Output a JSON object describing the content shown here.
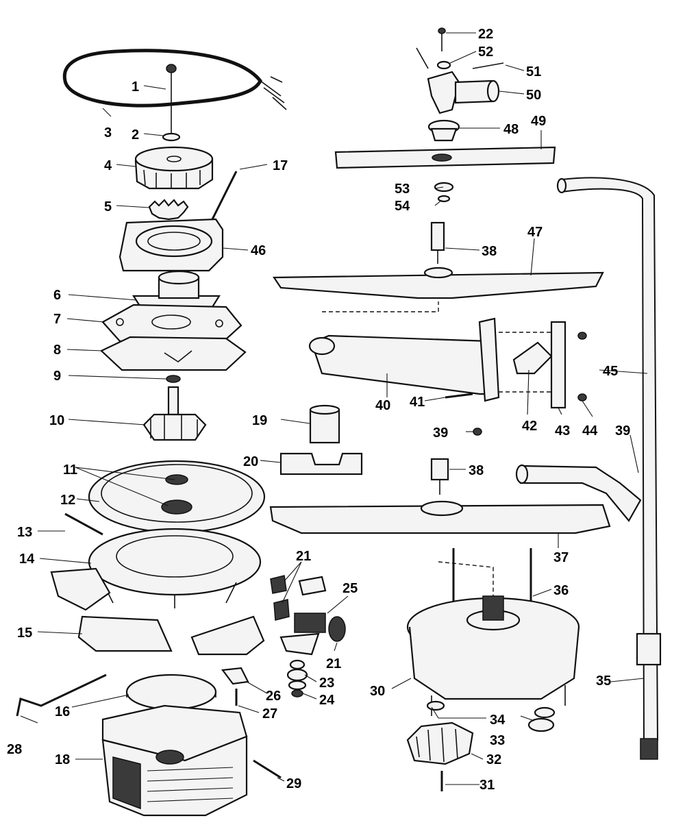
{
  "diagram": {
    "callouts": [
      "1",
      "2",
      "3",
      "4",
      "5",
      "17",
      "46",
      "6",
      "7",
      "8",
      "9",
      "10",
      "19",
      "20",
      "11",
      "12",
      "13",
      "14",
      "15",
      "16",
      "28",
      "18",
      "29",
      "21",
      "25",
      "26",
      "27",
      "23",
      "24",
      "22",
      "52",
      "51",
      "50",
      "48",
      "49",
      "53",
      "54",
      "38",
      "47",
      "45",
      "40",
      "41",
      "42",
      "43",
      "44",
      "39",
      "37",
      "36",
      "30",
      "35",
      "34",
      "33",
      "32",
      "31"
    ]
  }
}
